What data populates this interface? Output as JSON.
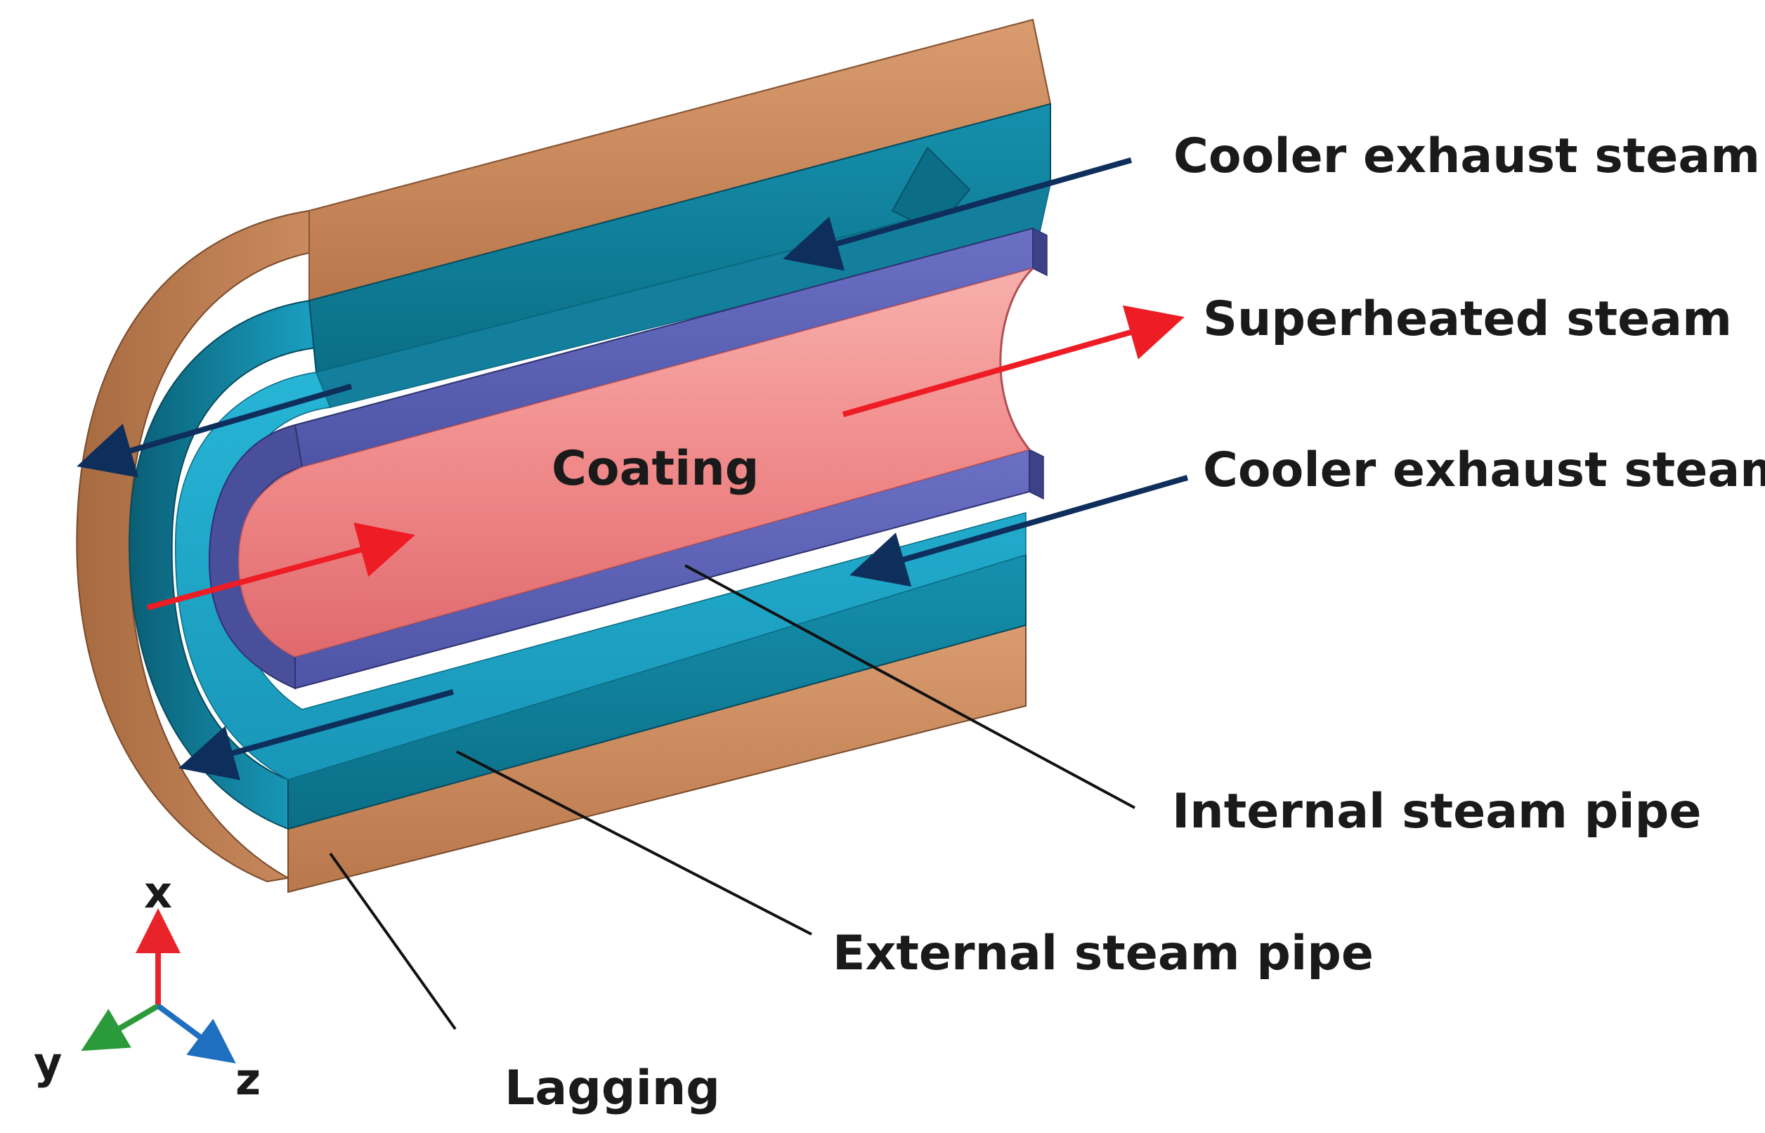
{
  "labels": {
    "cooler_exhaust_top": "Cooler exhaust steam",
    "superheated": "Superheated steam",
    "cooler_exhaust_mid": "Cooler exhaust steam",
    "coating": "Coating",
    "internal_pipe": "Internal steam pipe",
    "external_pipe": "External steam pipe",
    "lagging": "Lagging"
  },
  "axes": {
    "x": "x",
    "y": "y",
    "z": "z"
  },
  "colors": {
    "lagging": "#c8875c",
    "external_pipe": "#0f7f98",
    "gap_fill": "#1ca6c8",
    "internal_pipe": "#5d63b5",
    "bore": "#f08a8a",
    "hot_arrow": "#ee1c24",
    "cold_arrow": "#0e2e5c",
    "leader": "#111111",
    "axis_x": "#e8232a",
    "axis_y": "#2a9a3a",
    "axis_z": "#1f6fc0"
  }
}
